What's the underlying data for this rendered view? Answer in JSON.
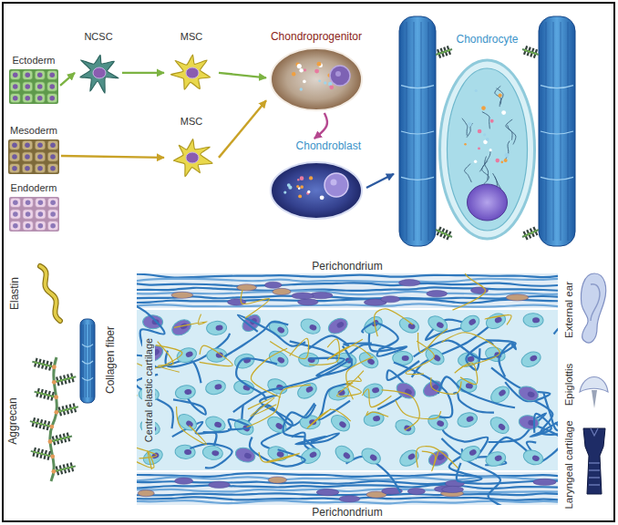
{
  "diagram": {
    "nodes": [
      {
        "text": [
          "Ectoderm"
        ]
      },
      {
        "text": [
          "Mesoderm"
        ]
      },
      {
        "text": [
          "Endoderm"
        ]
      },
      {
        "text": [
          "NCSC"
        ]
      },
      {
        "text": [
          "MSC"
        ]
      },
      {
        "text": [
          "MSC"
        ]
      },
      {
        "text": [
          "Chondroprogenitor"
        ]
      },
      {
        "text": [
          "Chondroblast"
        ]
      },
      {
        "text": [
          "Chondrocyte"
        ]
      }
    ],
    "edges": [
      {
        "from": 0,
        "to": 3,
        "arrow": "to"
      },
      {
        "from": 3,
        "to": 4,
        "arrow": "to"
      },
      {
        "from": 4,
        "to": 6,
        "arrow": "to"
      },
      {
        "from": 1,
        "to": 5,
        "arrow": "to"
      },
      {
        "from": 5,
        "to": 6,
        "arrow": "to"
      },
      {
        "from": 6,
        "to": 7,
        "arrow": "to"
      },
      {
        "from": 7,
        "to": 8,
        "arrow": "to"
      }
    ],
    "labels": [
      "Perichondrium",
      "Central elastic cartilage",
      "Perichondrium",
      "Elastin",
      "Aggrecan",
      "Collagen fiber",
      "External ear",
      "Epiglottis",
      "Laryngeal cartilage"
    ]
  }
}
